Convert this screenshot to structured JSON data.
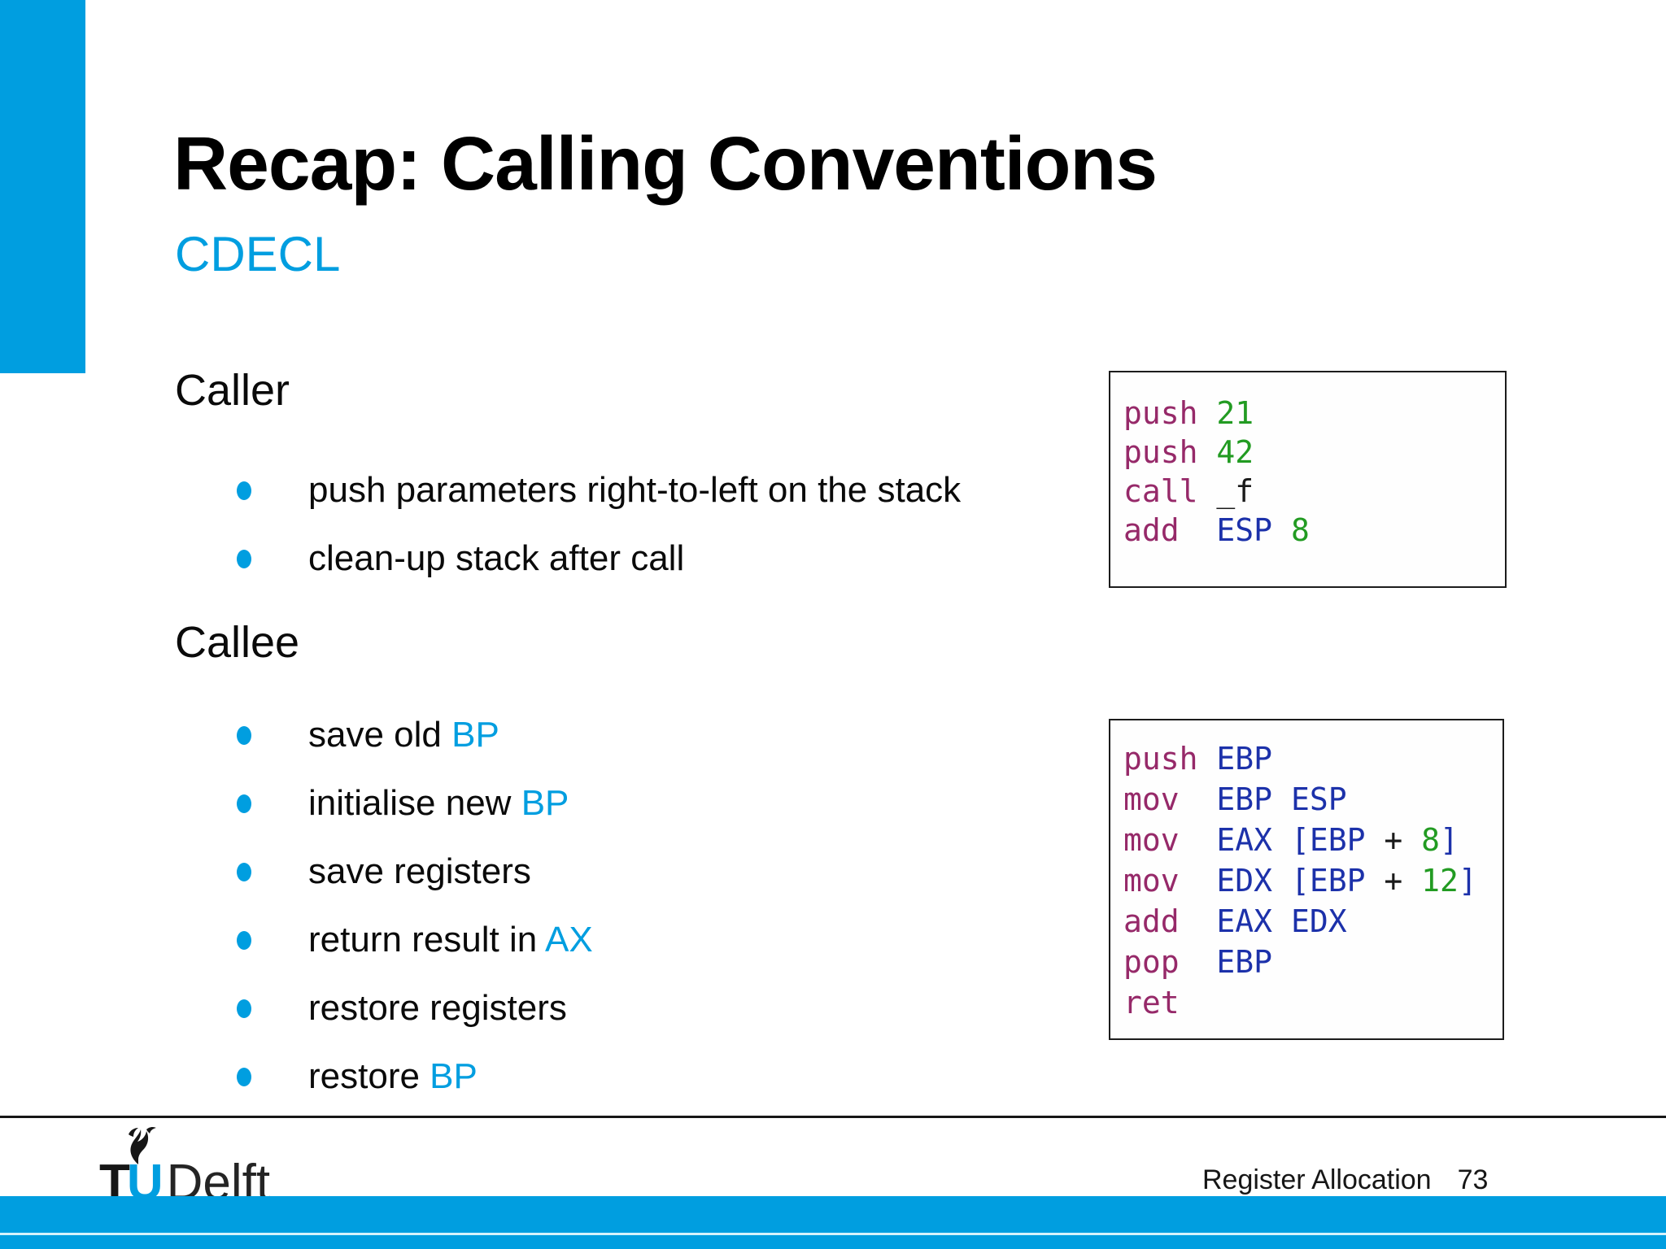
{
  "colors": {
    "accent": "#009EE0",
    "opcode": "#962969",
    "register": "#1C31AA",
    "number": "#229B22",
    "code_plain": "#1a1a1a",
    "footer_band": "#009EE0",
    "band_divider": "#D6F1FB",
    "text": "#111111"
  },
  "slide": {
    "title": "Recap: Calling Conventions",
    "subtitle": "CDECL",
    "sections": [
      {
        "heading": "Caller",
        "bullets": [
          [
            {
              "text": "push parameters right-to-left on the stack",
              "accent": false
            }
          ],
          [
            {
              "text": "clean-up stack after call",
              "accent": false
            }
          ]
        ]
      },
      {
        "heading": "Callee",
        "bullets": [
          [
            {
              "text": "save old ",
              "accent": false
            },
            {
              "text": "BP",
              "accent": true
            }
          ],
          [
            {
              "text": "initialise new ",
              "accent": false
            },
            {
              "text": "BP",
              "accent": true
            }
          ],
          [
            {
              "text": "save registers",
              "accent": false
            }
          ],
          [
            {
              "text": "return result in ",
              "accent": false
            },
            {
              "text": "AX",
              "accent": true
            }
          ],
          [
            {
              "text": "restore registers",
              "accent": false
            }
          ],
          [
            {
              "text": "restore ",
              "accent": false
            },
            {
              "text": "BP",
              "accent": true
            }
          ]
        ]
      }
    ]
  },
  "code_blocks": [
    {
      "name": "caller-code",
      "lines": [
        [
          {
            "t": "push",
            "c": "op"
          },
          {
            "t": " ",
            "c": "plain"
          },
          {
            "t": "21",
            "c": "num"
          }
        ],
        [
          {
            "t": "push",
            "c": "op"
          },
          {
            "t": " ",
            "c": "plain"
          },
          {
            "t": "42",
            "c": "num"
          }
        ],
        [
          {
            "t": "call",
            "c": "op"
          },
          {
            "t": " _f",
            "c": "plain"
          }
        ],
        [
          {
            "t": "add",
            "c": "op"
          },
          {
            "t": "  ",
            "c": "plain"
          },
          {
            "t": "ESP",
            "c": "reg"
          },
          {
            "t": " ",
            "c": "plain"
          },
          {
            "t": "8",
            "c": "num"
          }
        ]
      ]
    },
    {
      "name": "callee-code",
      "lines": [
        [
          {
            "t": "push",
            "c": "op"
          },
          {
            "t": " ",
            "c": "plain"
          },
          {
            "t": "EBP",
            "c": "reg"
          }
        ],
        [
          {
            "t": "mov",
            "c": "op"
          },
          {
            "t": "  ",
            "c": "plain"
          },
          {
            "t": "EBP",
            "c": "reg"
          },
          {
            "t": " ",
            "c": "plain"
          },
          {
            "t": "ESP",
            "c": "reg"
          }
        ],
        [
          {
            "t": "mov",
            "c": "op"
          },
          {
            "t": "  ",
            "c": "plain"
          },
          {
            "t": "EAX",
            "c": "reg"
          },
          {
            "t": " ",
            "c": "plain"
          },
          {
            "t": "[EBP",
            "c": "reg"
          },
          {
            "t": " + ",
            "c": "plain"
          },
          {
            "t": "8",
            "c": "num"
          },
          {
            "t": "]",
            "c": "reg"
          }
        ],
        [
          {
            "t": "mov",
            "c": "op"
          },
          {
            "t": "  ",
            "c": "plain"
          },
          {
            "t": "EDX",
            "c": "reg"
          },
          {
            "t": " ",
            "c": "plain"
          },
          {
            "t": "[EBP",
            "c": "reg"
          },
          {
            "t": " + ",
            "c": "plain"
          },
          {
            "t": "12",
            "c": "num"
          },
          {
            "t": "]",
            "c": "reg"
          }
        ],
        [
          {
            "t": "add",
            "c": "op"
          },
          {
            "t": "  ",
            "c": "plain"
          },
          {
            "t": "EAX",
            "c": "reg"
          },
          {
            "t": " ",
            "c": "plain"
          },
          {
            "t": "EDX",
            "c": "reg"
          }
        ],
        [
          {
            "t": "pop",
            "c": "op"
          },
          {
            "t": "  ",
            "c": "plain"
          },
          {
            "t": "EBP",
            "c": "reg"
          }
        ],
        [
          {
            "t": "ret",
            "c": "op"
          }
        ]
      ]
    }
  ],
  "footer": {
    "course": "Register Allocation",
    "page": "73",
    "logo_t": "T",
    "logo_u": "U",
    "logo_delft": "Delft"
  }
}
